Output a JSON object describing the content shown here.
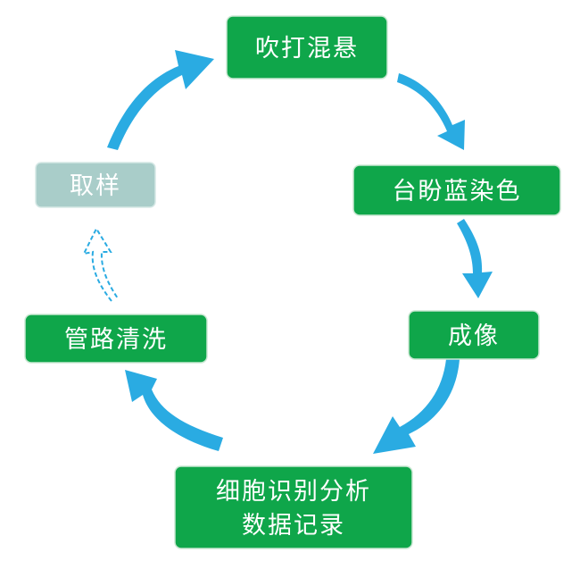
{
  "colors": {
    "node_fill": "#0fa64a",
    "node_stroke": "#c9e7d2",
    "inactive_fill": "#a9cdc9",
    "inactive_stroke": "#d6e8e6",
    "arrow": "#2aabe2",
    "dashed_arrow": "#2aabe2",
    "label_text": "#ffffff"
  },
  "nodes": [
    {
      "id": "blow-mix",
      "label": "吹打混悬",
      "state": "active"
    },
    {
      "id": "trypan-stain",
      "label": "台盼蓝染色",
      "state": "active"
    },
    {
      "id": "imaging",
      "label": "成像",
      "state": "active"
    },
    {
      "id": "cell-analysis",
      "label_lines": [
        "细胞识别分析",
        "数据记录"
      ],
      "state": "active"
    },
    {
      "id": "pipe-clean",
      "label": "管路清洗",
      "state": "active"
    },
    {
      "id": "sampling",
      "label": "取样",
      "state": "inactive"
    }
  ],
  "edges": [
    {
      "from": "sampling",
      "to": "blow-mix",
      "style": "solid",
      "icon": "curved-arrow-icon"
    },
    {
      "from": "blow-mix",
      "to": "trypan-stain",
      "style": "solid",
      "icon": "curved-arrow-icon"
    },
    {
      "from": "trypan-stain",
      "to": "imaging",
      "style": "solid",
      "icon": "curved-arrow-icon"
    },
    {
      "from": "imaging",
      "to": "cell-analysis",
      "style": "solid",
      "icon": "curved-arrow-icon"
    },
    {
      "from": "cell-analysis",
      "to": "pipe-clean",
      "style": "solid",
      "icon": "curved-arrow-icon"
    },
    {
      "from": "pipe-clean",
      "to": "sampling",
      "style": "dashed",
      "icon": "dashed-curved-arrow-icon"
    }
  ]
}
